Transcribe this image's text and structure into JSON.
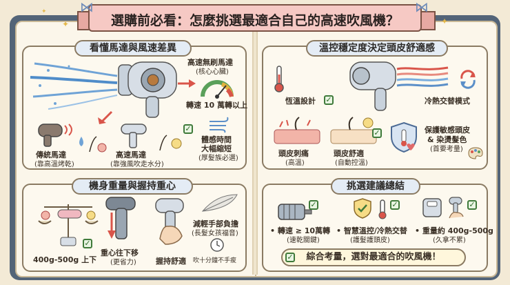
{
  "title": "選購前必看：怎麼挑選最適合自己的高速吹風機？",
  "motor": {
    "title": "看懂馬達與風速差異",
    "core_label_1": "高速無刷馬達",
    "core_label_2": "(核心心臟)",
    "speed_label": "轉速 10 萬轉以上",
    "traditional_label_1": "傳統馬達",
    "traditional_label_2": "(靠高溫烤乾)",
    "highspeed_label_1": "高速馬達",
    "highspeed_label_2": "(靠強風吹走水分)",
    "feel_label_1": "體感時間",
    "feel_label_2": "大幅縮短",
    "feel_label_3": "(厚髮族必選)"
  },
  "temp": {
    "title": "溫控穩定度決定頭皮舒適感",
    "constant_label": "恆溫設計",
    "alternate_label": "冷熱交替模式",
    "hurt_label_1": "頭皮刺痛",
    "hurt_label_2": "(高溫)",
    "comfort_label_1": "頭皮舒適",
    "comfort_label_2": "(自動控溫)",
    "protect_label_1": "保護敏感頭皮",
    "protect_label_2": "& 染燙髮色",
    "protect_label_3": "(首要考量)"
  },
  "weight": {
    "title": "機身重量與握持重心",
    "weight_label": "400g-500g 上下",
    "center_label_1": "重心往下移",
    "center_label_2": "(更省力)",
    "grip_label": "握持舒適",
    "reduce_label_1": "減輕手部負擔",
    "reduce_label_2": "(長髮女孩福音)",
    "no_tired_label": "吹十分鐘不手痠"
  },
  "summary": {
    "title": "挑選建議總結",
    "item1_label_1": "• 轉速 ≥ 10萬轉",
    "item1_label_2": "(速乾關鍵)",
    "item2_label_1": "• 智慧溫控/冷熱交替",
    "item2_label_2": "(護髮護頭皮)",
    "item3_label_1": "• 重量約 400g-500g",
    "item3_label_2": "(久拿不累)",
    "final_label": "綜合考量，選對最適合的吹風機！"
  },
  "colors": {
    "ribbon": "#f6c9c4",
    "book_cover": "#536478",
    "page": "#fbf6ea",
    "check_green": "#3f7a3a",
    "hot_red": "#d9554a",
    "cool_blue": "#5b8fc8"
  }
}
